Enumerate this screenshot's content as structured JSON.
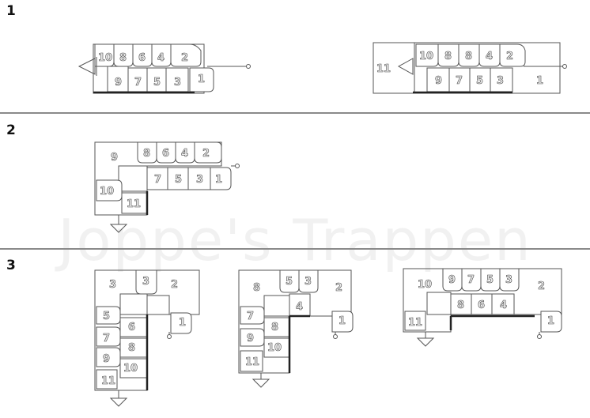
{
  "sections": [
    {
      "label": "1"
    },
    {
      "label": "2"
    },
    {
      "label": "3"
    }
  ],
  "watermark": "Joppe's Trappen",
  "step_labels": {
    "s1a": [
      "10",
      "8",
      "6",
      "4",
      "2",
      "9",
      "7",
      "5",
      "3",
      "1"
    ],
    "s1b": [
      "11",
      "10",
      "8",
      "8",
      "4",
      "2",
      "9",
      "7",
      "5",
      "3",
      "1"
    ],
    "s2": [
      "9",
      "8",
      "6",
      "4",
      "2",
      "7",
      "5",
      "3",
      "1",
      "10",
      "11"
    ],
    "s3a": [
      "3",
      "3",
      "2",
      "1",
      "5",
      "6",
      "7",
      "8",
      "9",
      "10",
      "11"
    ],
    "s3b": [
      "8",
      "5",
      "3",
      "2",
      "4",
      "1",
      "7",
      "8",
      "9",
      "10",
      "11"
    ],
    "s3c": [
      "10",
      "9",
      "7",
      "5",
      "3",
      "2",
      "8",
      "6",
      "4",
      "1",
      "11"
    ]
  }
}
